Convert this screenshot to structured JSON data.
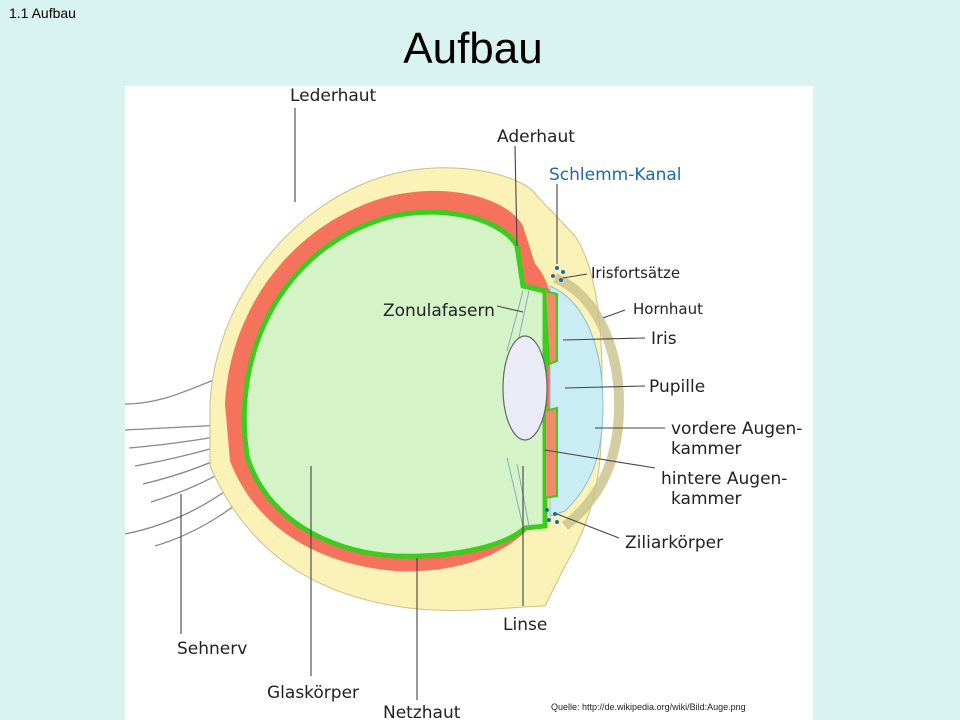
{
  "slide": {
    "breadcrumb": "1.1 Aufbau",
    "title": "Aufbau"
  },
  "diagram": {
    "labels": {
      "lederhaut": "Lederhaut",
      "aderhaut": "Aderhaut",
      "schlemm_kanal": "Schlemm-Kanal",
      "irisfortsaetze": "Irisfortsätze",
      "zonulafasern": "Zonulafasern",
      "hornhaut": "Hornhaut",
      "iris": "Iris",
      "pupille": "Pupille",
      "vordere_augenkammer_1": "vordere Augen-",
      "vordere_augenkammer_2": "kammer",
      "hintere_augenkammer_1": "hintere Augen-",
      "hintere_augenkammer_2": "kammer",
      "ziliarkoerper": "Ziliarkörper",
      "linse": "Linse",
      "sehnerv": "Sehnerv",
      "glaskoerper": "Glaskörper",
      "netzhaut": "Netzhaut"
    },
    "source": "Quelle: http://de.wikipedia.org/wiki/Bild:Auge.png",
    "colors": {
      "sclera": "#fbf2b8",
      "choroid": "#f5725c",
      "retina": "#3ccc20",
      "vitreous": "#d4f3c6",
      "aqueous": "#c9ecf5",
      "lens": "#ebebf7",
      "iris": "#f08a68",
      "schlemm": "#1e6aa8"
    }
  }
}
